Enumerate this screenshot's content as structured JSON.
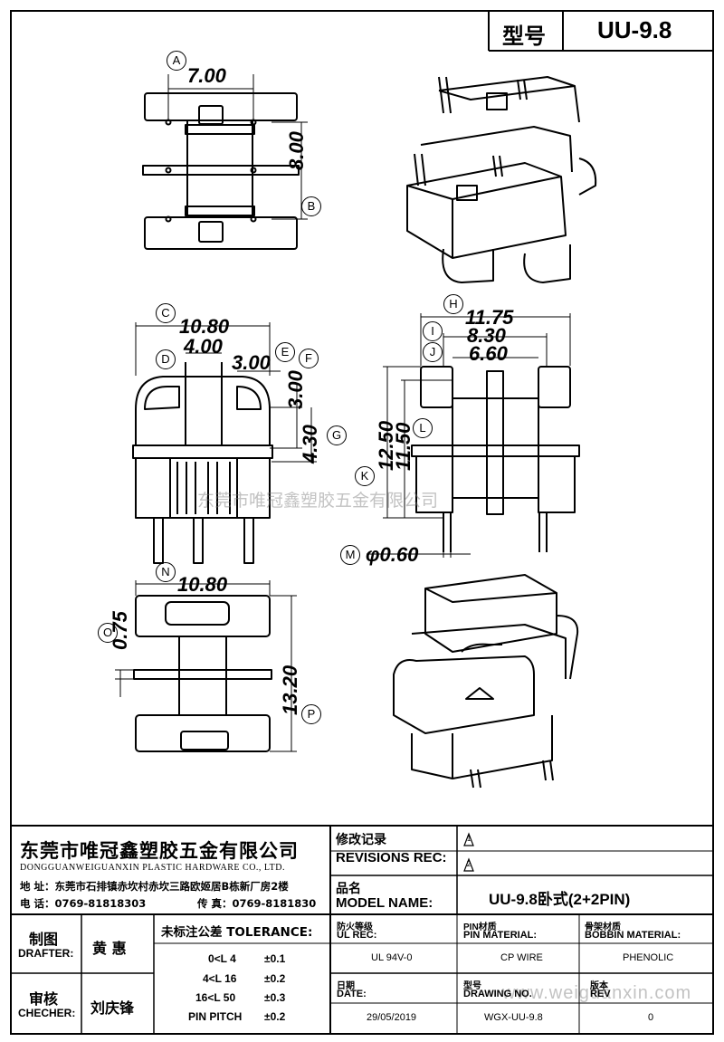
{
  "header": {
    "type_label": "型号",
    "type_value": "UU-9.8"
  },
  "dims": {
    "A": "A",
    "a_val": "7.00",
    "B": "B",
    "b_val": "8.00",
    "C": "C",
    "c_val": "10.80",
    "D": "D",
    "d_val": "4.00",
    "E": "E",
    "F": "F",
    "e_val": "3.00",
    "f_val": "3.00",
    "G": "G",
    "g_val": "4.30",
    "H": "H",
    "h_val": "11.75",
    "I": "I",
    "i_val": "8.30",
    "J": "J",
    "j_val": "6.60",
    "K": "K",
    "k_val": "12.50",
    "L": "L",
    "l_val": "11.50",
    "M": "M",
    "m_val": "φ0.60",
    "N": "N",
    "n_val": "10.80",
    "O": "O",
    "o_val": "0.75",
    "P": "P",
    "p_val": "13.20"
  },
  "watermark": {
    "company": "东莞市唯冠鑫塑胶五金有限公司",
    "url": "www.weiguanxin.com"
  },
  "company": {
    "name_cn": "东莞市唯冠鑫塑胶五金有限公司",
    "name_en": "DONGGUANWEIGUANXIN PLASTIC HARDWARE CO., LTD.",
    "address": "地  址：东莞市石排镇赤坎村赤坎三路欧姬居B栋新厂房2楼",
    "tel": "电  话：0769-81818303",
    "fax": "传  真：0769-8181830"
  },
  "revisions": {
    "label_cn": "修改记录",
    "label_en": "REVISIONS REC:",
    "rev1": "1",
    "rev2": "2"
  },
  "model": {
    "label_cn": "品名",
    "label_en": "MODEL NAME:",
    "value": "UU-9.8卧式(2+2PIN)"
  },
  "drafter": {
    "label_cn": "制图",
    "label_en": "DRAFTER:",
    "name": "黄  惠"
  },
  "checker": {
    "label_cn": "审核",
    "label_en": "CHECHER:",
    "name": "刘庆锋"
  },
  "tolerance": {
    "title": "未标注公差 TOLERANCE:",
    "rows": [
      {
        "range": "0<L   4",
        "val": "±0.1"
      },
      {
        "range": "4<L   16",
        "val": "±0.2"
      },
      {
        "range": "16<L   50",
        "val": "±0.3"
      },
      {
        "range": "PIN PITCH",
        "val": "±0.2"
      }
    ]
  },
  "ul": {
    "label_cn": "防火等级",
    "label_en": "UL REC:",
    "value": "UL 94V-0"
  },
  "pin": {
    "label_cn": "PIN材质",
    "label_en": "PIN MATERIAL:",
    "value": "CP WIRE"
  },
  "bobbin": {
    "label_cn": "骨架材质",
    "label_en": "BOBBIN MATERIAL:",
    "value": "PHENOLIC"
  },
  "date": {
    "label_cn": "日期",
    "label_en": "DATE:",
    "value": "29/05/2019"
  },
  "drawing": {
    "label_cn": "型号",
    "label_en": "DRAWING NO.",
    "value": "WGX-UU-9.8"
  },
  "rev": {
    "label_cn": "版本",
    "label_en": "REV",
    "value": "0"
  }
}
